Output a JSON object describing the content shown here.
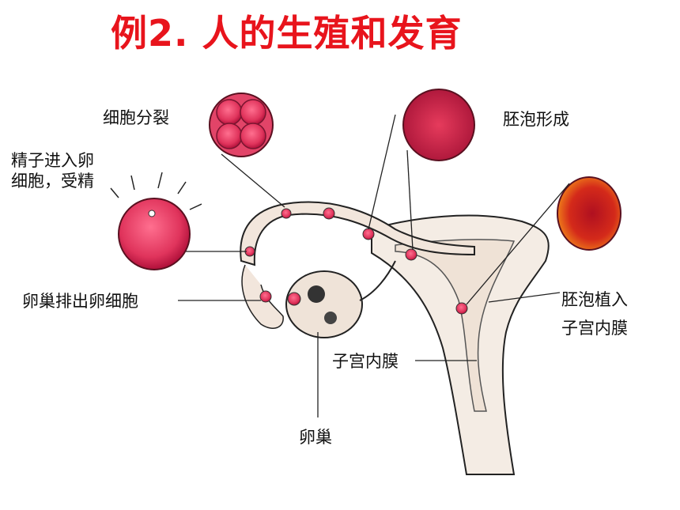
{
  "title": "例2. 人的生殖和发育",
  "labels": {
    "cleavage": "细胞分裂",
    "blastocyst_formation": "胚泡形成",
    "fertilization_line1": "精子进入卵",
    "fertilization_line2": "细胞，受精",
    "ovulation": "卵巢排出卵细胞",
    "implantation_line1": "胚泡植入",
    "implantation_line2": "子宫内膜",
    "endometrium": "子宫内膜",
    "ovary": "卵巢"
  },
  "colors": {
    "title": "#e8141c",
    "cell": "#e0345c",
    "cell_dark": "#b0103a",
    "blastocyst_outer": "#f07a10",
    "tissue": "#f4ece4",
    "outline": "#222222"
  }
}
